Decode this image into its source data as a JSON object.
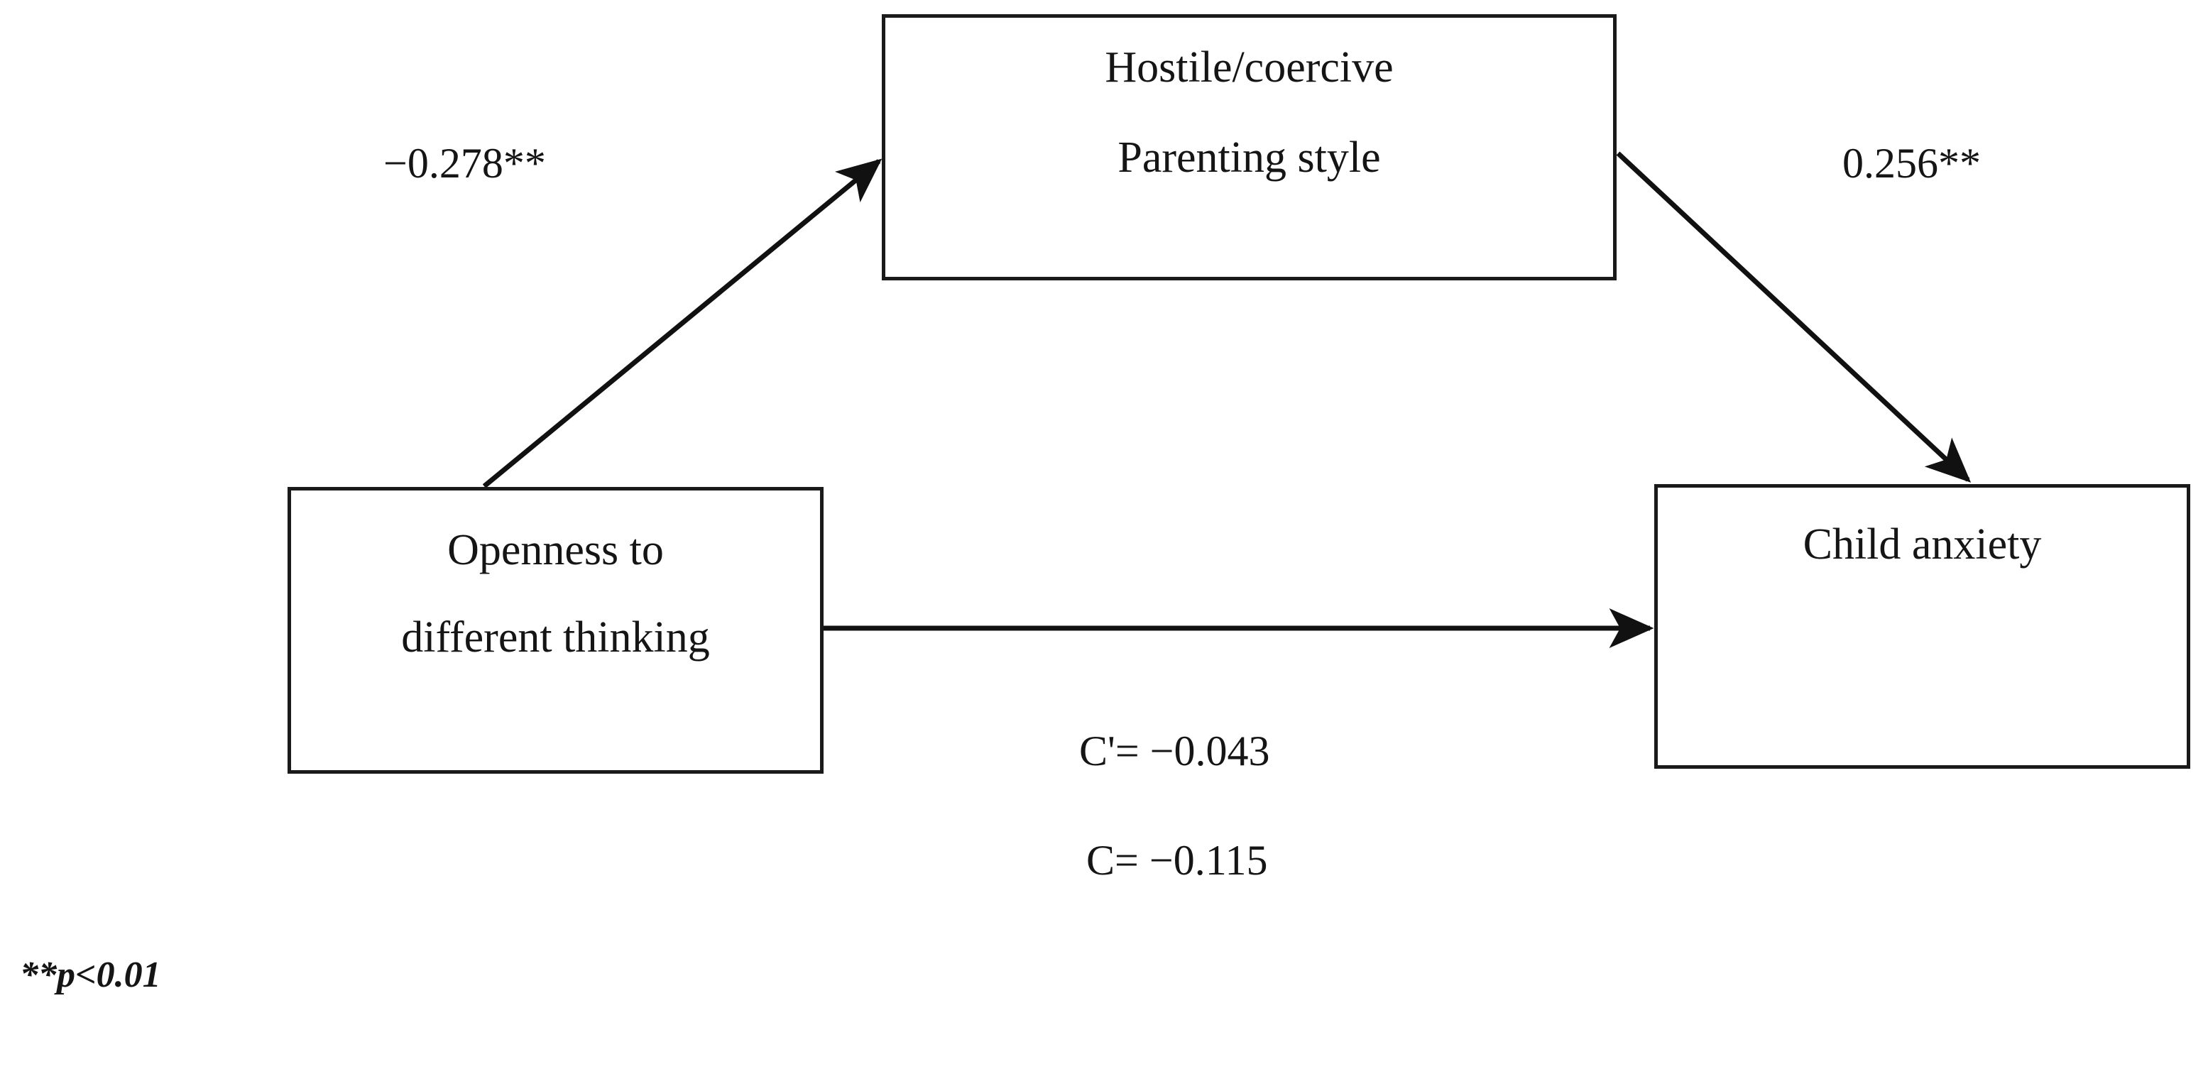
{
  "figure": {
    "type": "mediation-path-diagram",
    "background_color": "#ffffff",
    "stroke_color": "#1a1a1a",
    "text_color": "#151515"
  },
  "nodes": {
    "predictor": {
      "name": "openness-to-different-thinking",
      "line1": "Openness to",
      "line2": "different thinking"
    },
    "mediator": {
      "name": "hostile-coercive-parenting-style",
      "line1": "Hostile/coercive",
      "line2": "Parenting style"
    },
    "outcome": {
      "name": "child-anxiety",
      "line1": "Child anxiety"
    }
  },
  "paths": {
    "a": {
      "label": "−0.278**",
      "value": -0.278,
      "significance": "**",
      "from": "predictor",
      "to": "mediator"
    },
    "b": {
      "label": "0.256**",
      "value": 0.256,
      "significance": "**",
      "from": "mediator",
      "to": "outcome"
    },
    "c_prime": {
      "label": "C'= −0.043",
      "value": -0.043,
      "significance": "",
      "from": "predictor",
      "to": "outcome"
    },
    "c_total": {
      "label": "C= −0.115",
      "value": -0.115,
      "significance": "",
      "from": "predictor",
      "to": "outcome"
    }
  },
  "footnote": {
    "text": "**p<0.01"
  },
  "chart_data": {
    "type": "diagram",
    "title": "",
    "nodes": [
      {
        "id": "predictor",
        "label": "Openness to different thinking"
      },
      {
        "id": "mediator",
        "label": "Hostile/coercive Parenting style"
      },
      {
        "id": "outcome",
        "label": "Child anxiety"
      }
    ],
    "edges": [
      {
        "from": "predictor",
        "to": "mediator",
        "label": "−0.278**",
        "value": -0.278
      },
      {
        "from": "mediator",
        "to": "outcome",
        "label": "0.256**",
        "value": 0.256
      },
      {
        "from": "predictor",
        "to": "outcome",
        "label": "C'= −0.043",
        "value": -0.043
      },
      {
        "from": "predictor",
        "to": "outcome",
        "label": "C= −0.115",
        "value": -0.115
      }
    ],
    "annotations": [
      "**p<0.01"
    ]
  }
}
